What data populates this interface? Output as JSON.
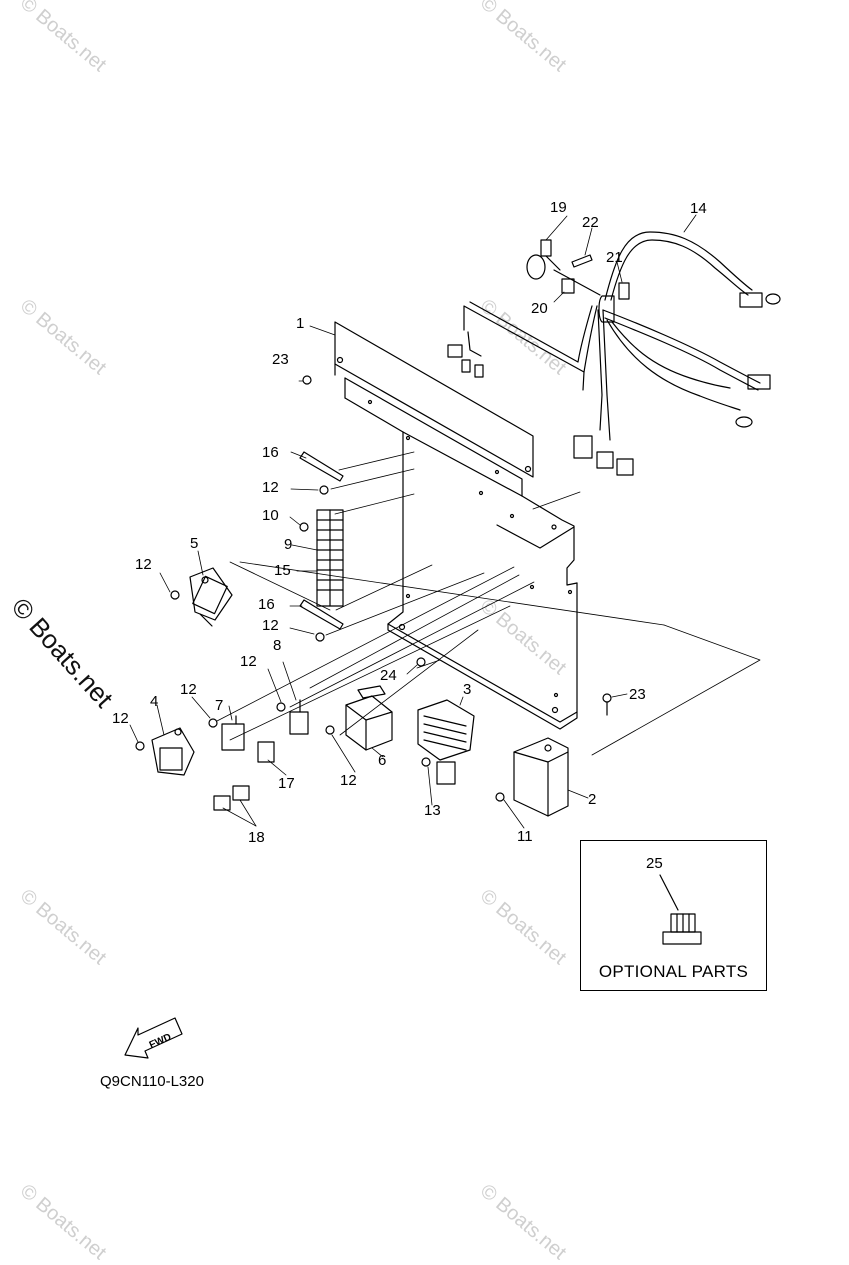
{
  "watermark_text": "© Boats.net",
  "part_labels": [
    "1",
    "2",
    "3",
    "4",
    "5",
    "6",
    "7",
    "8",
    "9",
    "10",
    "11",
    "12",
    "12",
    "12",
    "12",
    "12",
    "12",
    "12",
    "13",
    "14",
    "15",
    "16",
    "16",
    "17",
    "18",
    "19",
    "20",
    "21",
    "22",
    "23",
    "23",
    "24",
    "25"
  ],
  "optional_parts": {
    "title": "OPTIONAL PARTS",
    "item": "25"
  },
  "fwd_label": "FWD",
  "drawing_code": "Q9CN110-L320"
}
